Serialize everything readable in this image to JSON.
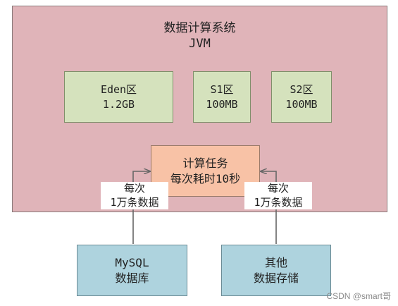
{
  "jvm": {
    "title": "数据计算系统",
    "subtitle": "JVM"
  },
  "eden": {
    "name": "Eden区",
    "size": "1.2GB"
  },
  "s1": {
    "name": "S1区",
    "size": "100MB"
  },
  "s2": {
    "name": "S2区",
    "size": "100MB"
  },
  "task": {
    "line1": "计算任务",
    "line2": "每次耗时10秒"
  },
  "mysql": {
    "line1": "MySQL",
    "line2": "数据库"
  },
  "other": {
    "line1": "其他",
    "line2": "数据存储"
  },
  "flow_left": {
    "line1": "每次",
    "line2": "1万条数据"
  },
  "flow_right": {
    "line1": "每次",
    "line2": "1万条数据"
  },
  "watermark": "CSDN @smart哥",
  "colors": {
    "jvm_fill": "#e0b4b9",
    "generation_fill": "#d5e2bd",
    "task_fill": "#f8c2a6",
    "source_fill": "#aed3de",
    "connector": "#666666"
  }
}
